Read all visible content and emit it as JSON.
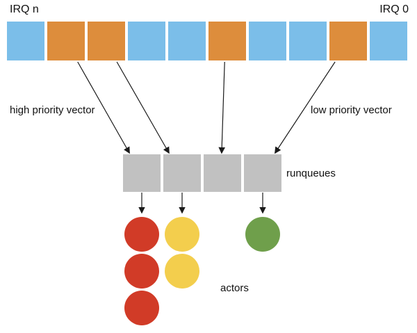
{
  "labels": {
    "irq_left": "IRQ n",
    "irq_right": "IRQ 0",
    "high_priority": "high priority vector",
    "low_priority": "low priority vector",
    "runqueues": "runqueues",
    "actors": "actors"
  },
  "colors": {
    "blue": "#7BBEE9",
    "orange": "#DD8D3C",
    "gray": "#C1C1C1",
    "red": "#D13B27",
    "yellow": "#F3CE4D",
    "green": "#6F9F4B",
    "arrow": "#1A1A1A"
  },
  "irq_cells": [
    "blue",
    "orange",
    "orange",
    "blue",
    "blue",
    "orange",
    "blue",
    "blue",
    "orange",
    "blue"
  ],
  "runqueue_count": 4,
  "vector_connections": [
    {
      "from_irq_cell": 2,
      "to_runqueue": 1,
      "vector": "high"
    },
    {
      "from_irq_cell": 3,
      "to_runqueue": 2,
      "vector": "high"
    },
    {
      "from_irq_cell": 6,
      "to_runqueue": 3,
      "vector": "mid"
    },
    {
      "from_irq_cell": 9,
      "to_runqueue": 4,
      "vector": "low"
    }
  ],
  "actor_columns": [
    {
      "runqueue": 1,
      "color": "red",
      "count": 3
    },
    {
      "runqueue": 2,
      "color": "yellow",
      "count": 2
    },
    {
      "runqueue": 4,
      "color": "green",
      "count": 1
    }
  ]
}
